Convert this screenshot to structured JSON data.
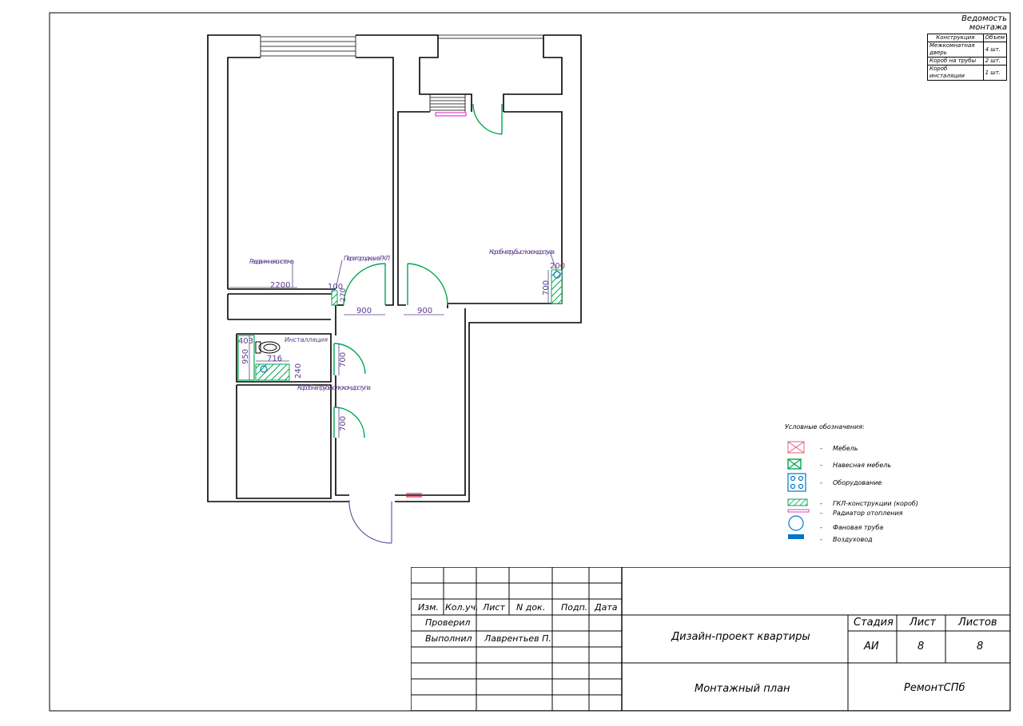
{
  "sheet": {
    "vedomost": {
      "title": "Ведомость монтажа",
      "headers": [
        "Конструкция",
        "Объем"
      ],
      "rows": [
        {
          "name": "Межкомнатная дверь",
          "qty": "4 шт."
        },
        {
          "name": "Короб на трубы",
          "qty": "2 шт."
        },
        {
          "name": "Короб инсталяции",
          "qty": "1 шт."
        }
      ]
    },
    "plan": {
      "labels": {
        "wardrobe": "Раздвижная система",
        "partition": "Перегородка из ГКЛ",
        "pipe_box_1": "Короб на трубы с люком доступа",
        "pipe_box_2": "Короб на трубы с люком доступа",
        "installation": "Инсталляция"
      },
      "dims": {
        "d2200": "2200",
        "d100": "100",
        "d270": "270",
        "d900a": "900",
        "d900b": "900",
        "d200": "200",
        "d700a": "700",
        "d403": "403",
        "d950": "950",
        "d716": "716",
        "d240": "240",
        "d700b": "700",
        "d700c": "700"
      }
    },
    "legend": {
      "title": "Условные обозначения:",
      "items": [
        {
          "icon": "furniture-icon",
          "color": "#e0607a",
          "label": "Мебель"
        },
        {
          "icon": "wall-furniture-icon",
          "color": "#00a84f",
          "label": "Навесная мебель"
        },
        {
          "icon": "equipment-icon",
          "color": "#0077c8",
          "label": "Оборудование"
        },
        {
          "icon": "drywall-icon",
          "color": "#00a84f",
          "label": "ГКЛ-конструкции (короб)"
        },
        {
          "icon": "radiator-icon",
          "color": "#e040c8",
          "label": "Радиатор отопления"
        },
        {
          "icon": "riser-pipe-icon",
          "color": "#0077c8",
          "label": "Фановая труба"
        },
        {
          "icon": "air-duct-icon",
          "color": "#0077c8",
          "label": "Воздуховод"
        }
      ],
      "dash": "-"
    },
    "title_block": {
      "headers": [
        "Изм.",
        "Кол.уч.",
        "Лист",
        "N док.",
        "Подп.",
        "Дата"
      ],
      "checked_label": "Проверил",
      "done_label": "Выполнил",
      "done_name": "Лаврентьев П.",
      "project": "Дизайн-проект квартиры",
      "sheet_name": "Монтажный план",
      "company": "РемонтСПб",
      "stage_label": "Стадия",
      "sheet_label": "Лист",
      "sheets_label": "Листов",
      "stage": "АИ",
      "sheet_no": "8",
      "sheets_total": "8"
    },
    "colors": {
      "line": "#000000",
      "door": "#00a84f",
      "dim": "#5a3c8c",
      "pink": "#e040c8",
      "blue": "#0077c8",
      "red": "#e0203a",
      "entry_door": "#6a5aa8"
    }
  }
}
